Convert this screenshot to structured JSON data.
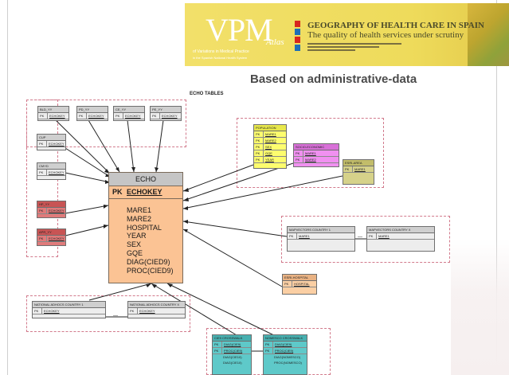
{
  "banner": {
    "logo": "VPM",
    "logo_atlas": "Atlas",
    "logo_line1": "of Variations in Medical Practice",
    "logo_line2": "in the Spanish National Health System",
    "title": "GEOGRAPHY OF HEALTH CARE IN SPAIN",
    "subtitle": "The quality of health services under scrutiny",
    "accent_colors": [
      "#d7261e",
      "#1d6fb8",
      "#f2e06a",
      "#8fa23a"
    ]
  },
  "heading": "Based on administrative-data",
  "diagram_title": "ECHO TABLES",
  "echo": {
    "title": "ECHO",
    "pk_label": "PK",
    "pk_field": "ECHOKEY",
    "fields": [
      "MARE1",
      "MARE2",
      "HOSPITAL",
      "YEAR",
      "SEX",
      "GQE",
      "DIAG(CIED9)",
      "PROC(CIED9)"
    ]
  },
  "tables": {
    "top1": {
      "title": "BLD_YY",
      "pk": "PK",
      "key": "ECHOKEY"
    },
    "top2": {
      "title": "PD_YY",
      "pk": "PK",
      "key": "ECHOKEY"
    },
    "top3": {
      "title": "CE_YY",
      "pk": "PK",
      "key": "ECHOKEY"
    },
    "top4": {
      "title": "PE_YY",
      "pk": "PK",
      "key": "ECHOKEY"
    },
    "left1": {
      "title": "CUP",
      "pk": "PK",
      "key": "ECHOKEY"
    },
    "left2": {
      "title": "CMYD",
      "pk": "PK",
      "key": "ECHOKEY"
    },
    "left3": {
      "title": "HP_YY",
      "pk": "PK",
      "key": "ECHOKEY"
    },
    "left4": {
      "title": "APR_YY",
      "pk": "PK",
      "key": "ECHOKEY"
    },
    "population": {
      "title": "POPULATION",
      "pks": [
        "PK",
        "PK",
        "PK",
        "PK",
        "PK"
      ],
      "keys": [
        "MARE1",
        "MARE2",
        "SEX",
        "GQE",
        "YEAR"
      ]
    },
    "socio": {
      "title": "SOCIO-ECONOMIC",
      "pks": [
        "PK",
        "PK"
      ],
      "keys": [
        "MARE1",
        "MARE2"
      ]
    },
    "esri_area": {
      "title": "ESRI-AREA",
      "pk": "PK",
      "key": "MARE1"
    },
    "mapvectors1": {
      "title": "MAPVECTORS COUNTRY 1",
      "pk": "PK",
      "key": "MARE1"
    },
    "mapvectors2": {
      "title": "MAPVECTORS COUNTRY X",
      "pk": "PK",
      "key": "MARE1"
    },
    "esri_hospital": {
      "title": "ESRI-HOSPITAL",
      "pk": "PK",
      "key": "HOSPITAL"
    },
    "nat1": {
      "title": "NATIONAL ADHOCS COUNTRY 1",
      "pk": "PK",
      "key": "ECHOKEY"
    },
    "nat2": {
      "title": "NATIONAL ADHOCS COUNTRY X",
      "pk": "PK",
      "key": "ECHOKEY"
    },
    "cie9": {
      "title": "CIE9 CROSSWALK",
      "pks": [
        "PK",
        "PK"
      ],
      "keys": [
        "DIAG(CIE9)",
        "PROC(CIE9)"
      ],
      "rows": [
        "DIAG(CIE10)",
        "DIAG(CIE10)"
      ]
    },
    "nomesco": {
      "title": "NOMESCO CROSSWALK",
      "pks": [
        "PK",
        "PK"
      ],
      "keys": [
        "DIAG(CIE9)",
        "PROC(CIE9)"
      ],
      "rows": [
        "DIAG(NOMESCO)",
        "PROC(NOMESCO)"
      ]
    }
  },
  "dashes": [
    "—",
    "—"
  ]
}
